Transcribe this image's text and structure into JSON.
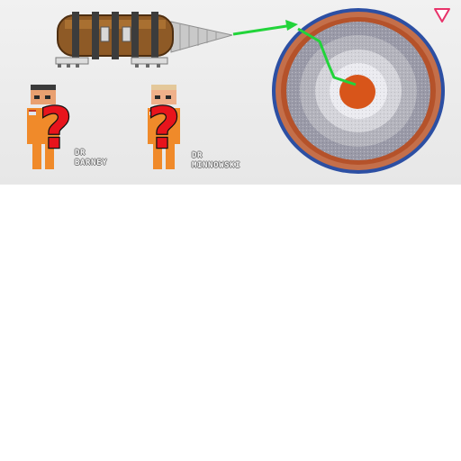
{
  "characters": [
    {
      "id": "barney",
      "prefix": "DR",
      "name": "BARNEY"
    },
    {
      "id": "minnowski",
      "prefix": "DR",
      "name": "MINNOWSKI"
    }
  ],
  "icons": {
    "close": "triangle-down-icon",
    "unknown": "question-mark-icon",
    "vehicle": "drill-airship-icon",
    "target": "planet-cross-section-icon",
    "route": "green-arrow-path-icon"
  },
  "colors": {
    "banner_bg": "#ececec",
    "close_triangle": "#e8336a",
    "question_mark": "#e8141c",
    "route_arrow": "#22d43a",
    "planet_core": "#d8551a",
    "planet_crust": "#b5522a",
    "planet_edge": "#2c4fa3"
  }
}
